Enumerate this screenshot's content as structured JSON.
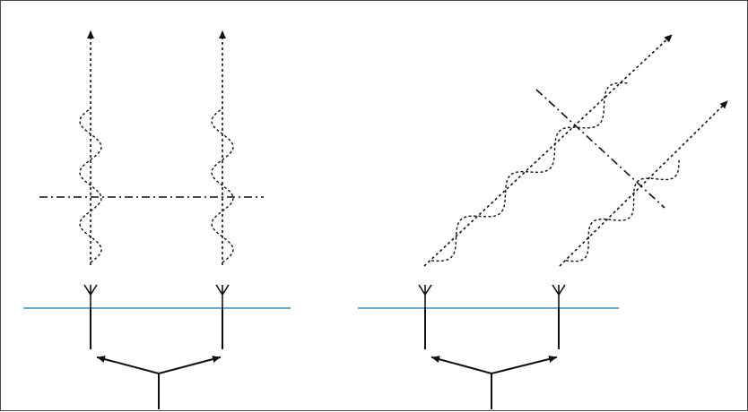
{
  "colors": {
    "line": "#111111",
    "ground_plane": "#3d8ec0",
    "frame_border": "#4a4a4a"
  },
  "panels": [
    {
      "name": "broadside",
      "description_visible": false,
      "wavefront_angle_deg": 0
    },
    {
      "name": "steered",
      "description_visible": false,
      "wavefront_angle_deg": -45
    }
  ]
}
